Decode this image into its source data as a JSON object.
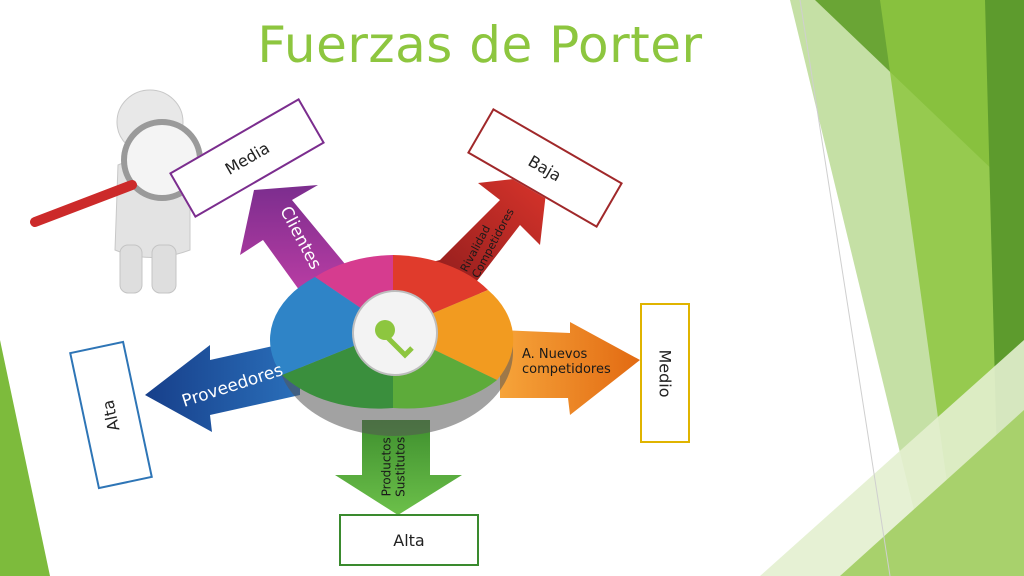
{
  "slide": {
    "title": "Fuerzas de Porter",
    "forces": {
      "clientes": {
        "label": "Clientes",
        "rating": "Media"
      },
      "rivalidad": {
        "label_line1": "Rivalidad",
        "label_line2": "Competidores",
        "rating": "Baja"
      },
      "nuevos": {
        "label_line1": "A. Nuevos",
        "label_line2": "competidores",
        "rating": "Medio"
      },
      "proveedores": {
        "label": "Proveedores",
        "rating": "Alta"
      },
      "sustitutos": {
        "label_line1": "Productos",
        "label_line2": "Sustitutos",
        "rating": "Alta"
      }
    },
    "colors": {
      "accent_green": "#8dc63f",
      "box_purple": "#7b2d8e",
      "box_red": "#a0282a",
      "box_yellow": "#e0b400",
      "box_blue": "#2e75b6",
      "box_green": "#3a8a2e"
    }
  }
}
